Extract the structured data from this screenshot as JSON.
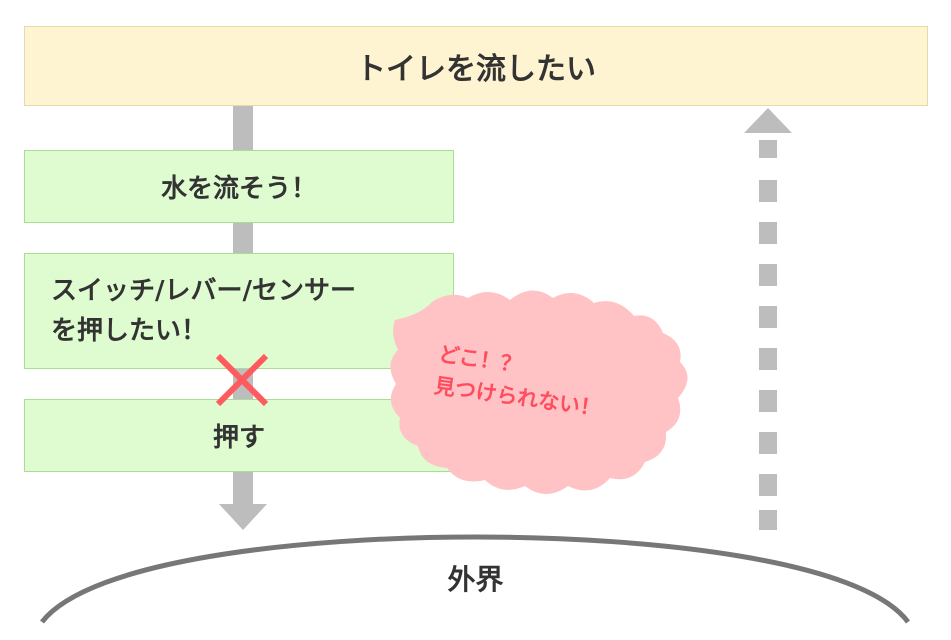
{
  "top_box": {
    "label": "トイレを流したい"
  },
  "steps": [
    {
      "label": "水を流そう！"
    },
    {
      "lines": [
        "スイッチ/レバー/センサー",
        "を押したい！"
      ]
    },
    {
      "label": "押す"
    }
  ],
  "burst": {
    "lines": [
      "どこ！？",
      "見つけられない！"
    ]
  },
  "outside": {
    "label": "外界"
  },
  "colors": {
    "top_fill": "#fff4d2",
    "step_fill": "#dffcd0",
    "arrow": "#bdbdbd",
    "cross": "#ff5a5f",
    "burst_fill": "#ffc2c5",
    "burst_text": "#ff4d5e"
  },
  "icons": {
    "blocked": "cross-icon"
  }
}
